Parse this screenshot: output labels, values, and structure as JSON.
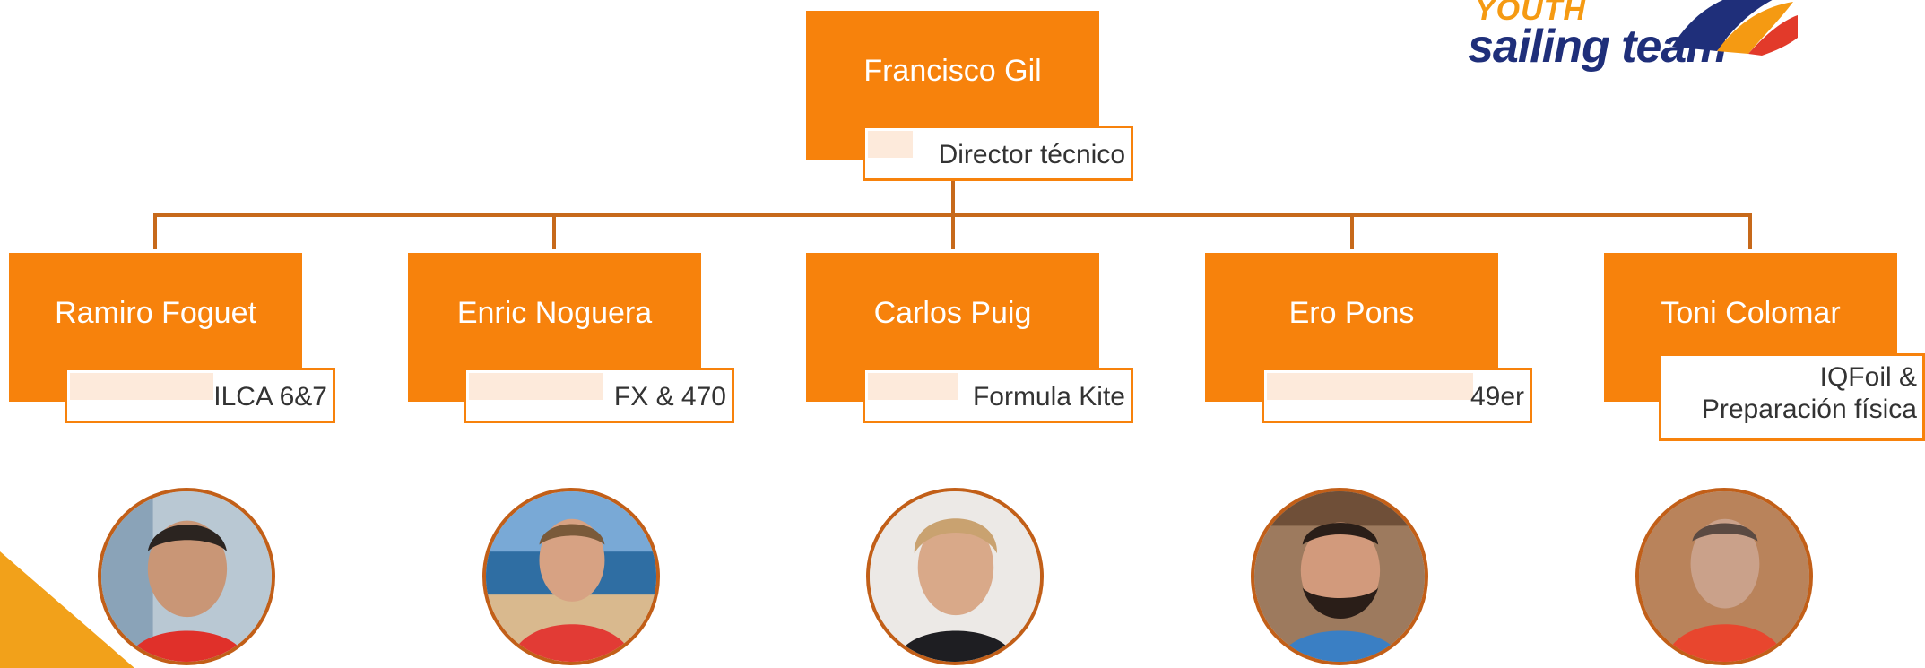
{
  "logo": {
    "brand": "YOUTH",
    "team": "sailing team"
  },
  "director": {
    "name": "Francisco Gil",
    "role": "Director técnico"
  },
  "coaches": [
    {
      "name": "Ramiro Foguet",
      "role": "ILCA 6&7"
    },
    {
      "name": "Enric Noguera",
      "role": "FX & 470"
    },
    {
      "name": "Carlos Puig",
      "role": "Formula Kite"
    },
    {
      "name": "Ero Pons",
      "role": "49er"
    },
    {
      "name": "Toni Colomar",
      "role_line1": "IQFoil &",
      "role_line2": "Preparación física"
    }
  ],
  "colors": {
    "box": "#f7820c",
    "connector": "#c7691a",
    "avatar_border": "#c25f18",
    "accent": "#f2a11a"
  }
}
